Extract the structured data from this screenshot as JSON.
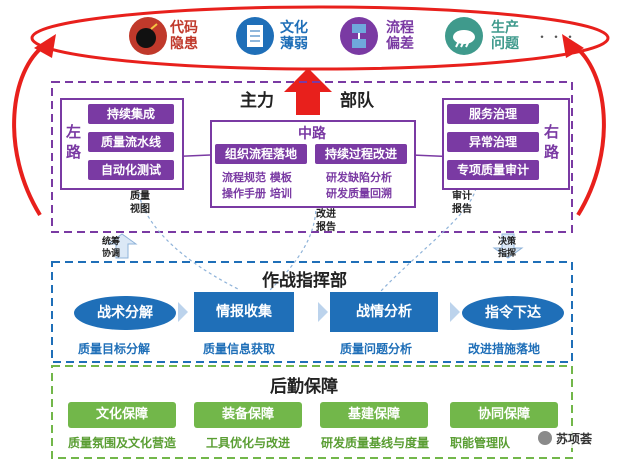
{
  "risks": {
    "items": [
      {
        "line1": "代码",
        "line2": "隐患",
        "icon": "bomb-icon",
        "color": "#c0392b"
      },
      {
        "line1": "文化",
        "line2": "薄弱",
        "icon": "document-icon",
        "color": "#1f6fb8"
      },
      {
        "line1": "流程",
        "line2": "偏差",
        "icon": "flow-icon",
        "color": "#7a3aa3"
      },
      {
        "line1": "生产",
        "line2": "问题",
        "icon": "cloud-icon",
        "color": "#3f9a8c"
      }
    ],
    "ellipsis": "・・・"
  },
  "main_force": {
    "title_left": "主力",
    "title_right": "部队",
    "left_route": {
      "label": "左路",
      "items": [
        "持续集成",
        "质量流水线",
        "自动化测试"
      ]
    },
    "middle_route": {
      "label": "中路",
      "left_header": "组织流程落地",
      "right_header": "持续过程改进",
      "left_lines": [
        "流程规范  模板",
        "操作手册  培训"
      ],
      "right_lines": [
        "研发缺陷分析",
        "研发质量回溯"
      ]
    },
    "right_route": {
      "label": "右路",
      "items": [
        "服务治理",
        "异常治理",
        "专项质量审计"
      ]
    },
    "notes": {
      "quality_view": "质量\n视图",
      "improve_report": "改进\n报告",
      "audit_report": "审计\n报告"
    }
  },
  "arrow_labels": {
    "coordinate": "统筹\n协调",
    "decision": "决策\n指挥"
  },
  "command": {
    "title": "作战指挥部",
    "steps": [
      "战术分解",
      "情报收集",
      "战情分析",
      "指令下达"
    ],
    "captions": [
      "质量目标分解",
      "质量信息获取",
      "质量问题分析",
      "改进措施落地"
    ]
  },
  "logistics": {
    "title": "后勤保障",
    "items": [
      "文化保障",
      "装备保障",
      "基建保障",
      "协同保障"
    ],
    "captions": [
      "质量氛围及文化营造",
      "工具优化与改进",
      "研发质量基线与度量",
      "职能管理队"
    ]
  },
  "watermark": "苏项荟",
  "colors": {
    "red": "#e8201c",
    "purple": "#7a3aa3",
    "blue": "#1f6fb8",
    "green": "#72b74a"
  }
}
